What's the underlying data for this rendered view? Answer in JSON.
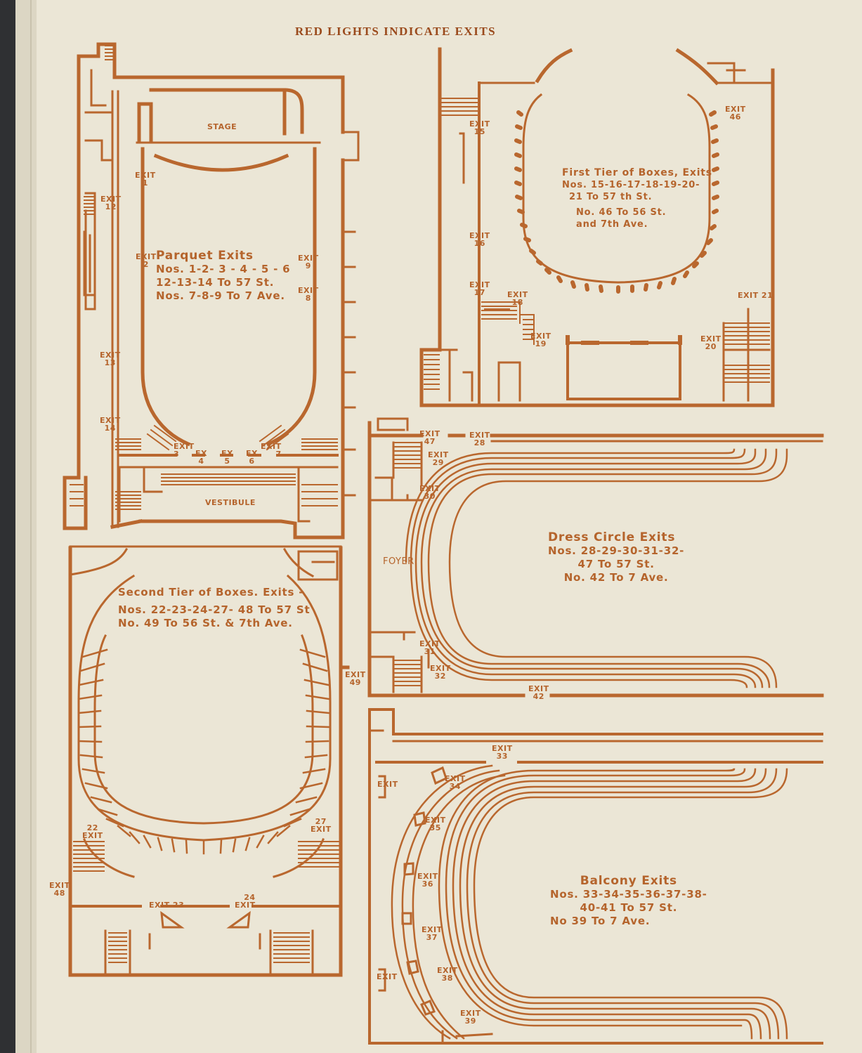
{
  "header": "RED LIGHTS INDICATE EXITS",
  "colors": {
    "ink": "#b9672e",
    "paper": "#ebe6d6",
    "binding": "#2f3033"
  },
  "rooms": {
    "stage": "STAGE",
    "vestibule": "VESTIBULE",
    "foyer": "FOYER"
  },
  "parquet": {
    "title": "Parquet Exits",
    "line1": "Nos. 1-2- 3 - 4 - 5 - 6",
    "line2": "12-13-14 To 57 St.",
    "line3": "Nos. 7-8-9 To 7 Ave."
  },
  "first_tier": {
    "title": "First Tier of Boxes, Exits",
    "line1": "Nos. 15-16-17-18-19-20-",
    "line2": "21 To 57 th St.",
    "line3": "No. 46 To 56 St.",
    "line4": "and 7th Ave."
  },
  "second_tier": {
    "title": "Second Tier of Boxes. Exits -",
    "line1": "Nos. 22-23-24-27- 48 To 57 St",
    "line2": "No. 49 To 56 St. & 7th Ave."
  },
  "dress_circle": {
    "title": "Dress Circle Exits",
    "line1": "Nos. 28-29-30-31-32-",
    "line2": "47 To 57 St.",
    "line3": "No. 42 To 7 Ave."
  },
  "balcony": {
    "title": "Balcony Exits",
    "line1": "Nos. 33-34-35-36-37-38-",
    "line2": "40-41 To 57 St.",
    "line3": "No 39 To 7 Ave."
  },
  "exit_labels": {
    "exit": "EXIT",
    "ex": "EX",
    "exit21": "EXIT 21",
    "exit23": "EXIT 23",
    "n1": "1",
    "n2": "2",
    "n3": "3",
    "n4": "4",
    "n5": "5",
    "n6": "6",
    "n7": "7",
    "n8": "8",
    "n9": "9",
    "n12": "12",
    "n13": "13",
    "n14": "14",
    "n15": "15",
    "n16": "16",
    "n17": "17",
    "n18": "18",
    "n19": "19",
    "n20": "20",
    "n22": "22",
    "n24": "24",
    "n27": "27",
    "n28": "28",
    "n29": "29",
    "n30": "30",
    "n31": "31",
    "n32": "32",
    "n33": "33",
    "n34": "34",
    "n35": "35",
    "n36": "36",
    "n37": "37",
    "n38": "38",
    "n39": "39",
    "n42": "42",
    "n46": "46",
    "n47": "47",
    "n48": "48",
    "n49": "49"
  }
}
